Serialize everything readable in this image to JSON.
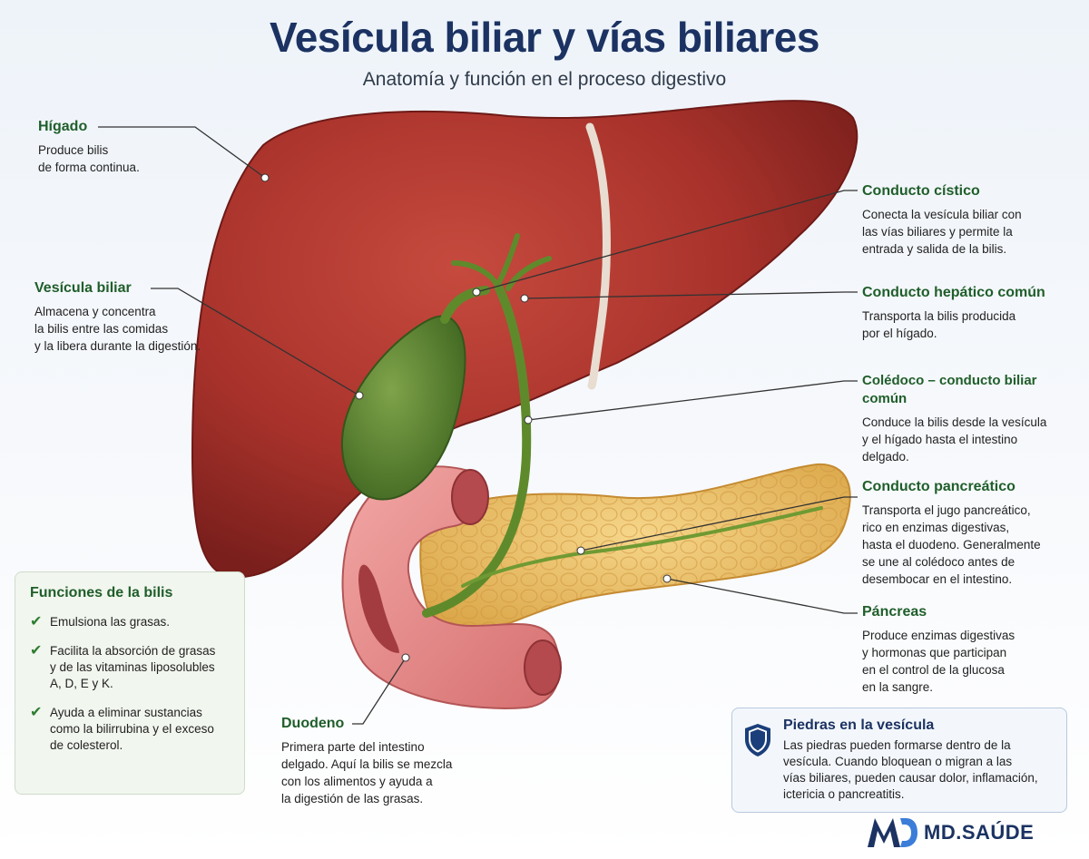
{
  "header": {
    "title": "Vesícula biliar y vías biliares",
    "subtitle": "Anatomía y función en el proceso digestivo"
  },
  "labels": {
    "higado": {
      "title": "Hígado",
      "text": "Produce bilis\nde forma continua."
    },
    "vesicula": {
      "title": "Vesícula biliar",
      "text": "Almacena y concentra\nla bilis entre las comidas\ny la libera durante la digestión."
    },
    "cistico": {
      "title": "Conducto cístico",
      "text": "Conecta la vesícula biliar con\nlas vías biliares y permite la\nentrada y salida de la bilis."
    },
    "hepatico": {
      "title": "Conducto hepático común",
      "text": "Transporta la bilis producida\npor el hígado."
    },
    "coledoco": {
      "title": "Colédoco – conducto biliar común",
      "text": "Conduce la bilis desde la vesícula\ny el hígado hasta el intestino\ndelgado."
    },
    "pancreatico": {
      "title": "Conducto pancreático",
      "text": "Transporta el jugo pancreático,\nrico en enzimas digestivas,\nhasta el duodeno. Generalmente\nse une al colédoco antes de\ndesembocar en el intestino."
    },
    "pancreas": {
      "title": "Páncreas",
      "text": "Produce enzimas digestivas\ny hormonas que participan\nen el control de la glucosa\nen la sangre."
    },
    "duodeno": {
      "title": "Duodeno",
      "text": "Primera parte del intestino\ndelgado. Aquí la bilis se mezcla\ncon los alimentos y ayuda a\nla digestión de las grasas."
    }
  },
  "functions_box": {
    "title": "Funciones de la bilis",
    "items": [
      "Emulsiona las grasas.",
      "Facilita la absorción de grasas\ny de las vitaminas liposolubles\nA, D, E y K.",
      "Ayuda a eliminar sustancias\ncomo la bilirrubina y el exceso\nde colesterol."
    ]
  },
  "stones_box": {
    "title": "Piedras en la vesícula",
    "text": "Las piedras pueden formarse dentro de la\nvesícula. Cuando bloquean o migran a las\nvías biliares, pueden causar dolor, inflamación,\nictericia o pancreatitis."
  },
  "logo": {
    "brand": "MD.SAÚDE"
  },
  "colors": {
    "title": "#1b3262",
    "label_heading": "#1f5e2a",
    "liver": "#a8322b",
    "gallbladder": "#4e7a2a",
    "pancreas": "#eab95a",
    "duodenum": "#e48a8a"
  },
  "icons": [
    "check-icon",
    "shield-icon",
    "md-logo-icon"
  ]
}
